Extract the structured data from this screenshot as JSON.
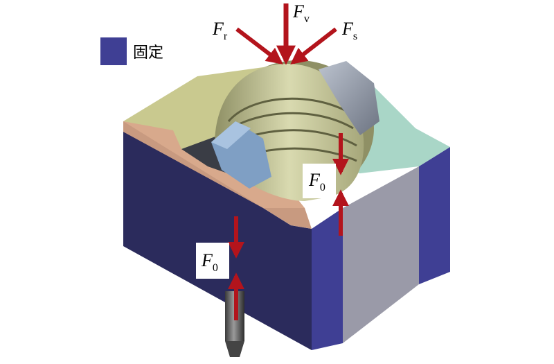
{
  "legend": {
    "swatch_color": "#3f3f94",
    "label": "固定"
  },
  "forces": {
    "fr": {
      "symbol": "F",
      "subscript": "r"
    },
    "fv": {
      "symbol": "F",
      "subscript": "v"
    },
    "fs": {
      "symbol": "F",
      "subscript": "s"
    },
    "f0_upper": {
      "symbol": "F",
      "subscript": "0"
    },
    "f0_lower": {
      "symbol": "F",
      "subscript": "0"
    }
  },
  "colors": {
    "front_face": "#2b2b5c",
    "side_face": "#3f3f94",
    "grey_band": "#9a9aa8",
    "top_peach": "#d8a98c",
    "top_yellow": "#c9c98f",
    "top_teal": "#a9d6c7",
    "wheel": "#c7c89a",
    "arrow": "#b3141c"
  }
}
